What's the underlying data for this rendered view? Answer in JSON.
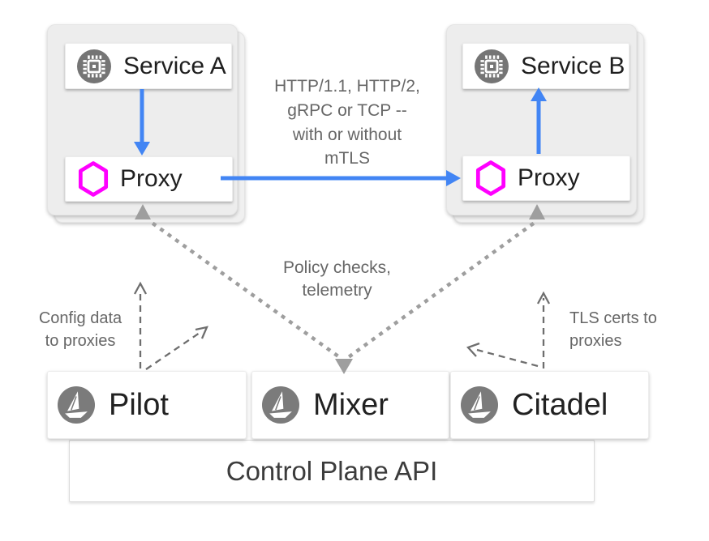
{
  "pods": {
    "left": {
      "service_label": "Service A",
      "proxy_label": "Proxy"
    },
    "right": {
      "service_label": "Service B",
      "proxy_label": "Proxy"
    }
  },
  "annotations": {
    "traffic": "HTTP/1.1, HTTP/2,\ngRPC or TCP --\nwith or without\nmTLS",
    "policy": "Policy checks,\ntelemetry",
    "config": "Config data\nto proxies",
    "tls": "TLS certs to\nproxies"
  },
  "control_plane": {
    "components": [
      {
        "label": "Pilot"
      },
      {
        "label": "Mixer"
      },
      {
        "label": "Citadel"
      }
    ],
    "api_label": "Control Plane API"
  },
  "icons": {
    "service": "chip-icon",
    "proxy": "hexagon-icon",
    "component": "istio-sail-icon"
  },
  "colors": {
    "arrow_blue": "#4285f4",
    "proxy_hexagon": "#ff00ff",
    "icon_gray": "#757575",
    "dotted_gray": "#9e9e9e",
    "dashed_gray": "#6e6e6e",
    "label_gray": "#676767",
    "pod_background": "#ededed"
  }
}
